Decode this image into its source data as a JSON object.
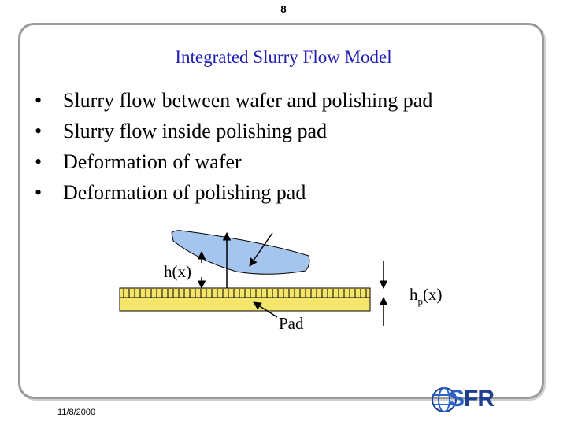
{
  "page_number": "8",
  "slide": {
    "title": "Integrated Slurry Flow Model",
    "bullets": [
      "Slurry flow between wafer and polishing pad",
      "Slurry flow inside polishing pad",
      "Deformation of wafer",
      "Deformation of polishing pad"
    ]
  },
  "diagram": {
    "gap_label": "h(x)",
    "pad_gap_label_main": "h",
    "pad_gap_label_sub": "p",
    "pad_gap_label_tail": "(x)",
    "pad_label": "Pad",
    "colors": {
      "wafer": "#a4c6ee",
      "pad": "#f4e66a"
    }
  },
  "footer": {
    "date": "11/8/2000",
    "logo_s": "S",
    "logo_rest": "FR"
  }
}
